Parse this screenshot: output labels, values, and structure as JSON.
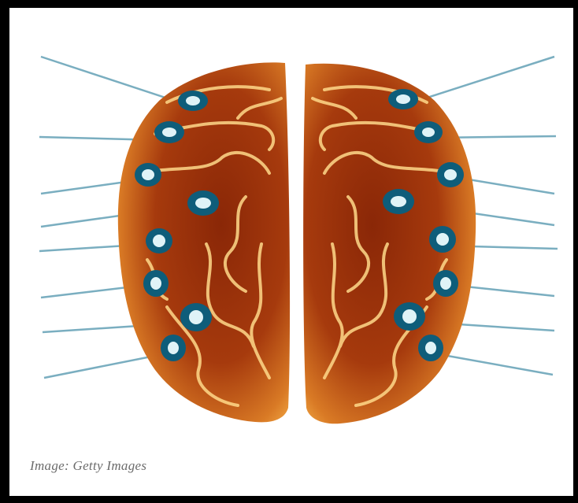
{
  "image": {
    "subject": "brain-with-electrodes",
    "caption": "Image: Getty Images",
    "colors": {
      "background": "#ffffff",
      "frame": "#000000",
      "brain_dark": "#6e1a05",
      "brain_mid": "#b5460f",
      "brain_light": "#f6b24e",
      "gyri_highlight": "#ffd98a",
      "electrode_ring": "#0e5d7a",
      "electrode_center": "#dff3f7",
      "lead_wire": "#7aaec0",
      "caption_text": "#6b6b6b"
    },
    "electrodes_per_hemisphere": 8
  }
}
